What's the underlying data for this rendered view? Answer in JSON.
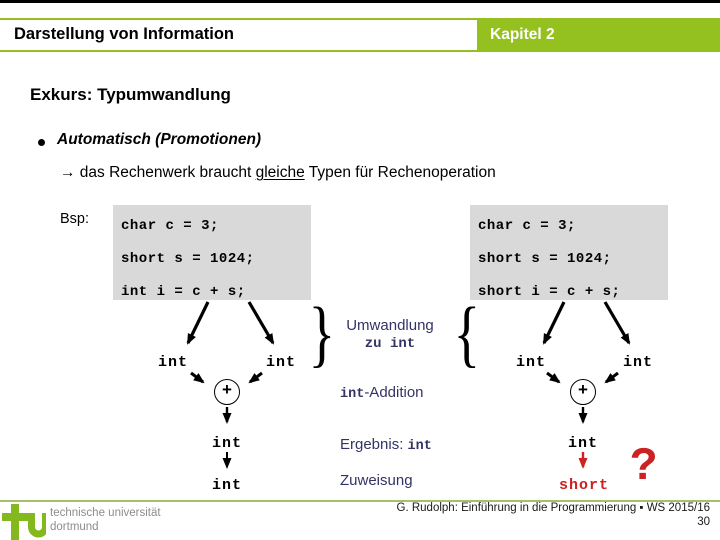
{
  "header": {
    "title": "Darstellung von Information",
    "chapter_badge": "Kapitel 2"
  },
  "content": {
    "section_heading": "Exkurs: Typumwandlung",
    "bullet_text": "Automatisch (Promotionen)",
    "note_prefix": "→ das Rechenwerk braucht ",
    "note_underlined": "gleiche",
    "note_suffix": " Typen für Rechenoperation",
    "example_label": "Bsp:"
  },
  "code_blocks": {
    "left": {
      "lines": [
        "char c = 3;",
        "short s = 1024;",
        "int i = c + s;"
      ]
    },
    "right": {
      "lines": [
        "char c = 3;",
        "short s = 1024;",
        "short i = c + s;"
      ]
    }
  },
  "diagram_left": {
    "operand_left": "int",
    "operand_right": "int",
    "operator": "+",
    "result": "int",
    "assigned": "int"
  },
  "diagram_right": {
    "operand_left": "int",
    "operand_right": "int",
    "operator": "+",
    "result": "int",
    "assigned": "short",
    "question": "?"
  },
  "annotations": {
    "brace_closing": "}",
    "brace_opening": "{",
    "conversion_line1": "Umwandlung",
    "conversion_line2_word": "zu",
    "conversion_line2_type": "int",
    "addition_type": "int",
    "addition_label": "-Addition",
    "result_label": "Ergebnis: ",
    "result_type": "int",
    "assignment_label": "Zuweisung"
  },
  "footer": {
    "university_line1": "technische universität",
    "university_line2": "dortmund",
    "credit": "G. Rudolph: Einführung in die Programmierung ▪ WS 2015/16",
    "page_number": "30"
  },
  "colors": {
    "accent_green": "#94C11F",
    "code_background": "#D9D9D9",
    "annotation_navy": "#333366",
    "alert_red": "#CC2222"
  }
}
